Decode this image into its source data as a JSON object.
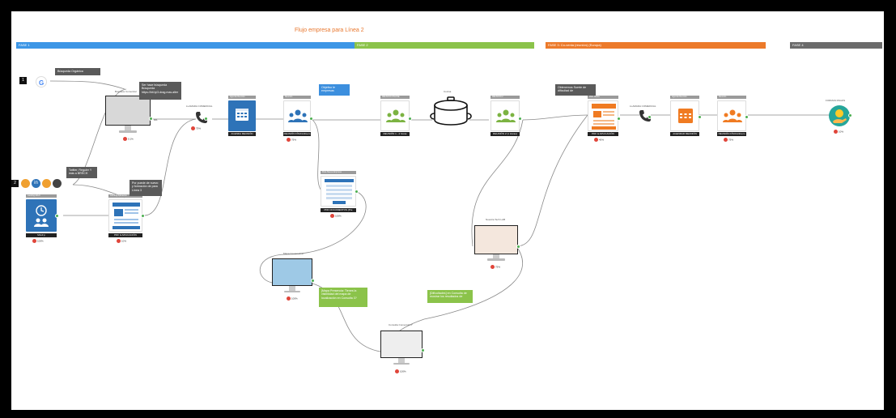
{
  "title": "Flujo empresa para Línea 2",
  "phases": [
    {
      "label": "FASE 1",
      "color": "#3c96e6"
    },
    {
      "label": "FASE 2",
      "color": "#8bc34a"
    },
    {
      "label": "FASE 3: Co-venta (reunión) (Europa)",
      "color": "#ec7a2a"
    },
    {
      "label": "FASE 4",
      "color": "#6b6b6b"
    }
  ],
  "sources": {
    "row1_number": "1",
    "row1_label": "Búsqueda Orgánica",
    "row2_number": "2",
    "row2_label": "Twitter, Reguler Y más a BRECH"
  },
  "notes": {
    "landing_note": "Ser hace búsqueda Búsqueda",
    "landing_url": "https://bit.ly/3.drag.mas.alter",
    "objectives": "Objetivo le empresas",
    "pdf_note": "Por puede de nuevo y formación de para Línea 3",
    "map_note": "[Mapa Presencia: Tienes la visibilidad del mapa de localización en Consulta 3?",
    "results_note": "[Dificultades] en Consulta de mostrar los resultados de",
    "offer_note": "Obtenemos Suerte de dificultad de"
  },
  "nodes": {
    "landing_label": "Business Comercial",
    "landing_pct": "0.1%",
    "call1_label": "LLAMADA COMERCIAL",
    "call1_pct": "75%",
    "calendar1_hdr": "Agenda Reunión",
    "calendar1_caption": "AGENDA REUNIÓN",
    "meeting1_hdr": "Reunión",
    "meeting1_caption": "REUNIÓN FÍSICA/Zoom",
    "meeting1_pct": "75%",
    "meeting2_hdr": "REUNIÓN ONLINE",
    "meeting2_caption": "REUNIÓN 1 - 2 horas",
    "pot_label": "Cocina",
    "meeting3_hdr": "REUNIÓN 2",
    "meeting3_caption": "REUNIÓN 2 (1 Horas)",
    "pdf2_hdr": "PDF Oferta",
    "pdf2_caption": "PDF & APLICACIÓN",
    "pdf2_pct": "40%",
    "call2_label": "LLAMADA COMERCIAL",
    "calendar2_hdr": "Agenda Reunión",
    "calendar2_caption": "AGENDAR REUNIÓN",
    "meeting4_hdr": "Reunión",
    "meeting4_caption": "REUNIÓN FÍSICA/Zoom",
    "meeting4_pct": "75%",
    "money_label": "FORMAS PAGOS",
    "money_pct": "10%",
    "mobile_hdr": "Landing Móvil",
    "mobile_caption": "Móvil p",
    "mobile_pct": "100%",
    "pdf1_hdr": "Landing Aplicación",
    "pdf1_caption": "PDF & APLICACIÓN",
    "pdf1_pct": "10%",
    "form_hdr": "Para Nueva Empresa",
    "form_caption": "PDF DOCUMENTOS (Pre",
    "form_pct": "100%",
    "map_label": "Mapa Cooperativa",
    "map_pct": "100%",
    "consulta_label": "Consulta Comercial 3°",
    "consulta_pct": "100%",
    "nosotros_label": "Nuestra Tech LAB",
    "nosotros_pct": "75%"
  },
  "colors": {
    "blue_node": "#2e73b8",
    "orange_node": "#f07b22",
    "green_node": "#7cb342",
    "connector": "#7a7a7a"
  }
}
